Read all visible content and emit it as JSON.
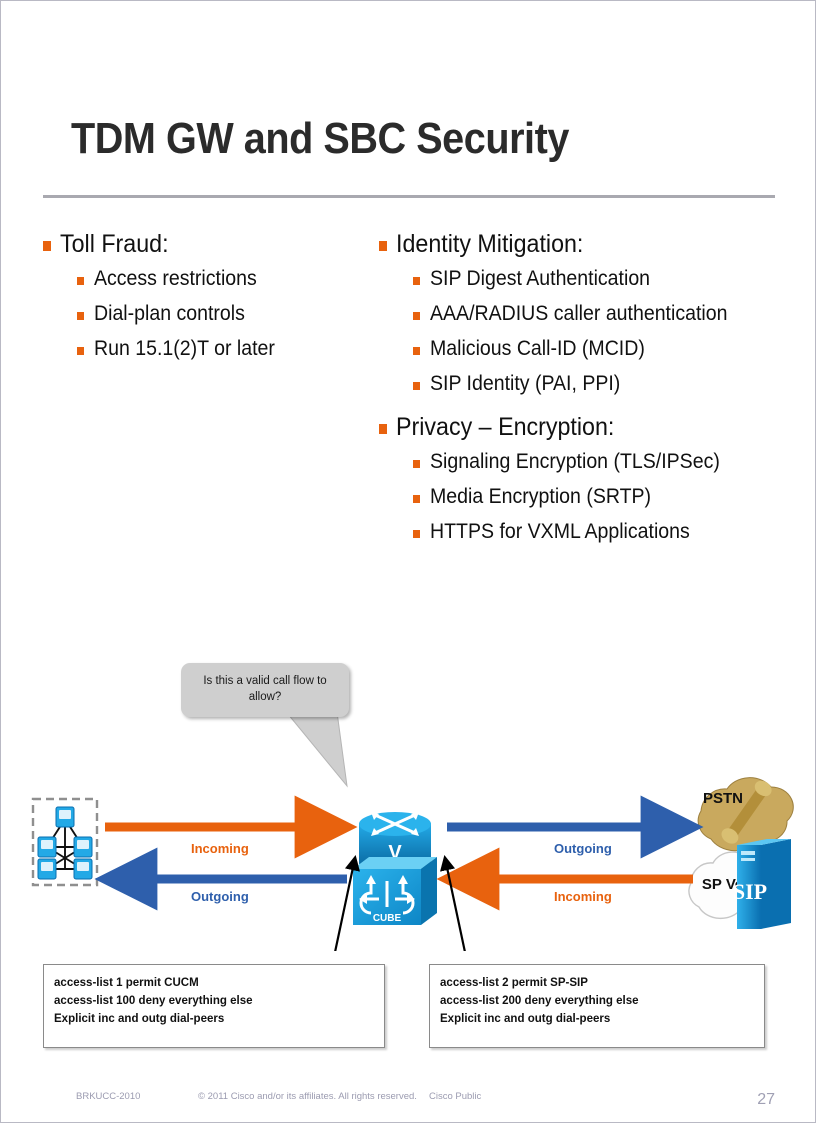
{
  "slide": {
    "title": "TDM GW and SBC Security"
  },
  "columns": {
    "left": [
      {
        "heading": "Toll Fraud:",
        "items": [
          "Access restrictions",
          "Dial-plan controls",
          "Run 15.1(2)T or later"
        ]
      }
    ],
    "right": [
      {
        "heading": "Identity Mitigation:",
        "items": [
          "SIP Digest Authentication",
          "AAA/RADIUS caller authentication",
          "Malicious Call-ID (MCID)",
          "SIP Identity (PAI, PPI)"
        ]
      },
      {
        "heading": "Privacy – Encryption:",
        "items": [
          "Signaling Encryption (TLS/IPSec)",
          "Media Encryption (SRTP)",
          "HTTPS for VXML Applications"
        ]
      }
    ]
  },
  "callout": {
    "text": "Is this a valid call flow to allow?"
  },
  "diagram": {
    "nodes": {
      "cucm_cluster": "",
      "router_badge": "V",
      "cube_label": "CUBE",
      "pstn": "PSTN",
      "sp_voip": "SP VoIP",
      "sip_server": "SIP"
    },
    "flows": [
      {
        "label": "Incoming",
        "color": "#E8620E",
        "direction": "right",
        "side": "left"
      },
      {
        "label": "Outgoing",
        "color": "#2E5FAC",
        "direction": "left",
        "side": "left"
      },
      {
        "label": "Outgoing",
        "color": "#2E5FAC",
        "direction": "right",
        "side": "right"
      },
      {
        "label": "Incoming",
        "color": "#E8620E",
        "direction": "left",
        "side": "right"
      }
    ]
  },
  "config_left": {
    "lines": [
      "access-list 1 permit CUCM",
      "access-list 100 deny everything else",
      "Explicit inc and outg dial-peers"
    ]
  },
  "config_right": {
    "lines": [
      "access-list 2 permit SP-SIP",
      "access-list 200 deny everything else",
      "Explicit inc and outg dial-peers"
    ]
  },
  "footer": {
    "session_id": "BRKUCC-2010",
    "copyright": "© 2011 Cisco and/or its affiliates. All rights reserved.",
    "classification": "Cisco Public",
    "page_number": "27"
  },
  "colors": {
    "orange": "#E8620E",
    "blue": "#2E5FAC",
    "cisco_blue": "#1BA0E1",
    "pstn_tan": "#C9A95E"
  }
}
